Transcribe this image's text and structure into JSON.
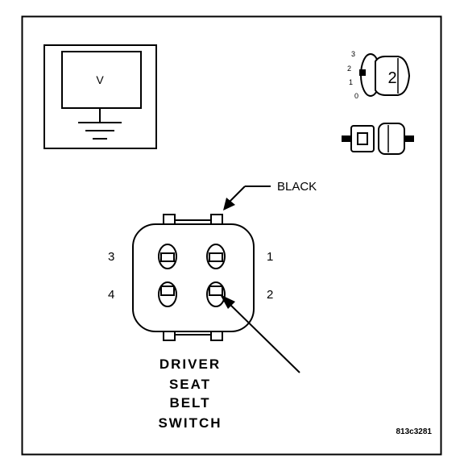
{
  "meter": {
    "display_text": "V",
    "icon": "voltmeter-icon"
  },
  "ignition": {
    "positions": [
      "3",
      "2",
      "1",
      "0"
    ],
    "key_position": "2",
    "icon": "ignition-key-position-2-icon"
  },
  "connector_icon": "disconnected-connector-icon",
  "connector": {
    "color_label": "BLACK",
    "pins": {
      "pin3": "3",
      "pin1": "1",
      "pin4": "4",
      "pin2": "2"
    },
    "probe_pin": "2"
  },
  "title_lines": [
    "DRIVER",
    "SEAT",
    "BELT",
    "SWITCH"
  ],
  "figure_id": "813c3281",
  "colors": {
    "line": "#000000",
    "background": "#ffffff"
  }
}
